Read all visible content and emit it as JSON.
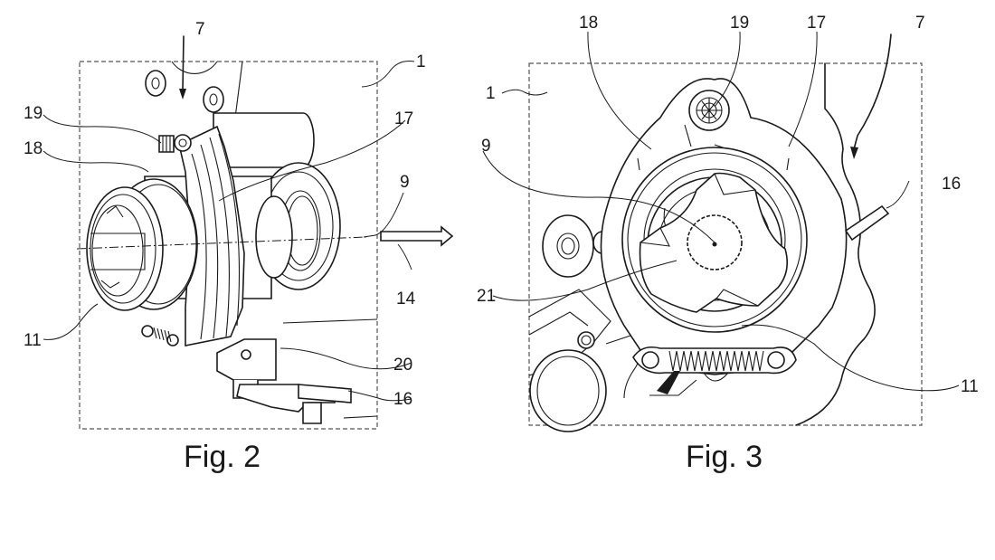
{
  "figures": [
    {
      "caption": "Fig. 2",
      "labels": {
        "l7": "7",
        "l1": "1",
        "l19": "19",
        "l18": "18",
        "l17": "17",
        "l9": "9",
        "l14": "14",
        "l11": "11",
        "l20": "20",
        "l16": "16"
      }
    },
    {
      "caption": "Fig. 3",
      "labels": {
        "l18": "18",
        "l19": "19",
        "l17": "17",
        "l7": "7",
        "l1": "1",
        "l9": "9",
        "l16": "16",
        "l21": "21",
        "l11": "11"
      }
    }
  ]
}
